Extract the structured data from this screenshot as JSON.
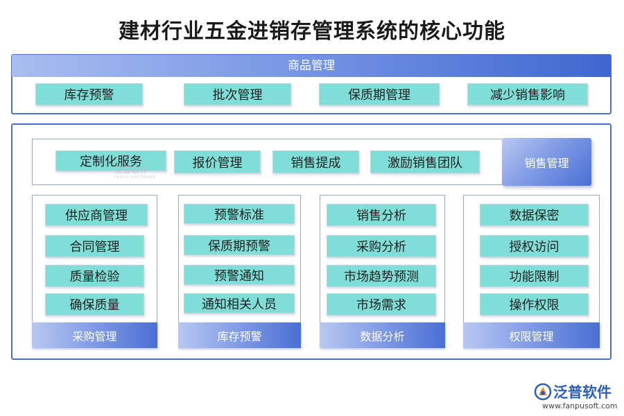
{
  "title": "建材行业五金进销存管理系统的核心功能",
  "goods": {
    "header": "商品管理",
    "items": [
      "库存预警",
      "批次管理",
      "保质期管理",
      "减少销售影响"
    ]
  },
  "sales": {
    "label": "销售管理",
    "items": [
      "定制化服务",
      "报价管理",
      "销售提成",
      "激励销售团队"
    ]
  },
  "groups": [
    {
      "label": "采购管理",
      "items": [
        "供应商管理",
        "合同管理",
        "质量检验",
        "确保质量"
      ]
    },
    {
      "label": "库存预警",
      "items": [
        "预警标准",
        "保质期预警",
        "预警通知",
        "通知相关人员"
      ]
    },
    {
      "label": "数据分析",
      "items": [
        "销售分析",
        "采购分析",
        "市场趋势预测",
        "市场需求"
      ]
    },
    {
      "label": "权限管理",
      "items": [
        "数据保密",
        "授权访问",
        "功能限制",
        "操作权限"
      ]
    }
  ],
  "watermark": {
    "text": "泛普软件",
    "sub": "FANPU SOFTWARE"
  },
  "logo": {
    "text": "泛普软件",
    "url": "www.fanpusoft.com"
  },
  "colors": {
    "accent": "#4a6fd4",
    "item_fill": "#7fded7",
    "border": "#4a6fc9"
  }
}
